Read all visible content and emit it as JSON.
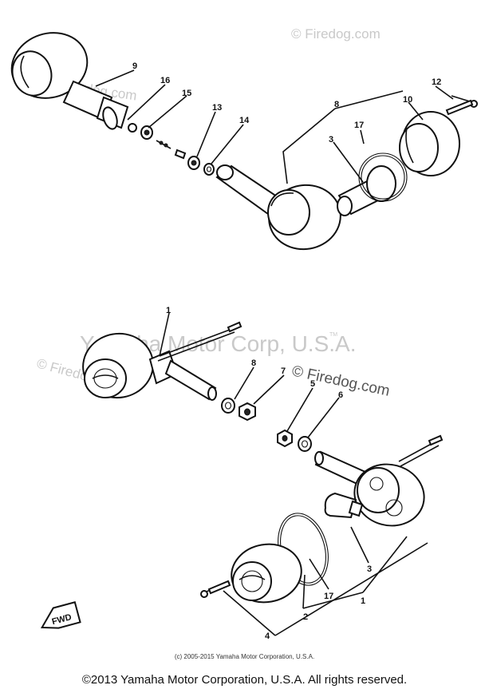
{
  "watermarks": {
    "firedog": "© Firedog.com",
    "yamaha": "Yamaha Motor Corp, U.S.A.",
    "tm": "TM"
  },
  "upper_assembly": {
    "callouts": [
      "9",
      "16",
      "15",
      "13",
      "14",
      "8",
      "17",
      "3",
      "10",
      "12"
    ]
  },
  "lower_assembly": {
    "callouts": [
      "1",
      "8",
      "7",
      "5",
      "6",
      "3",
      "17",
      "1",
      "2",
      "4"
    ]
  },
  "fwd_label": "FWD",
  "copyright_small": "(c) 2005-2015 Yamaha Motor Corporation, U.S.A.",
  "copyright_footer": "©2013 Yamaha Motor Corporation, U.S.A. All rights reserved."
}
